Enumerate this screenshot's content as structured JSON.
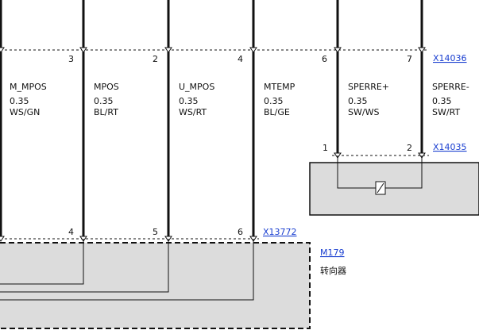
{
  "connectors": {
    "top": "X14036",
    "relay": "X14035",
    "bottom": "X13772"
  },
  "component": {
    "id": "M179",
    "label": "转向器"
  },
  "wires": [
    {
      "name": "M_MPOS",
      "size": "0.35",
      "color": "WS/GN",
      "pin_top": "3",
      "pin_bottom": "4"
    },
    {
      "name": "MPOS",
      "size": "0.35",
      "color": "BL/RT",
      "pin_top": "2",
      "pin_bottom": "5"
    },
    {
      "name": "U_MPOS",
      "size": "0.35",
      "color": "WS/RT",
      "pin_top": "4",
      "pin_bottom": "6"
    },
    {
      "name": "MTEMP",
      "size": "0.35",
      "color": "BL/GE",
      "pin_top": "6",
      "pin_bottom": ""
    },
    {
      "name": "SPERRE+",
      "size": "0.35",
      "color": "SW/WS",
      "pin_top": "",
      "pin_bottom": "1"
    },
    {
      "name": "SPERRE-",
      "size": "0.35",
      "color": "SW/RT",
      "pin_top": "7",
      "pin_bottom": "2"
    }
  ],
  "colors": {
    "wire": "#111111",
    "component_fill": "#dcdcdc",
    "link": "#1a3fd0"
  }
}
